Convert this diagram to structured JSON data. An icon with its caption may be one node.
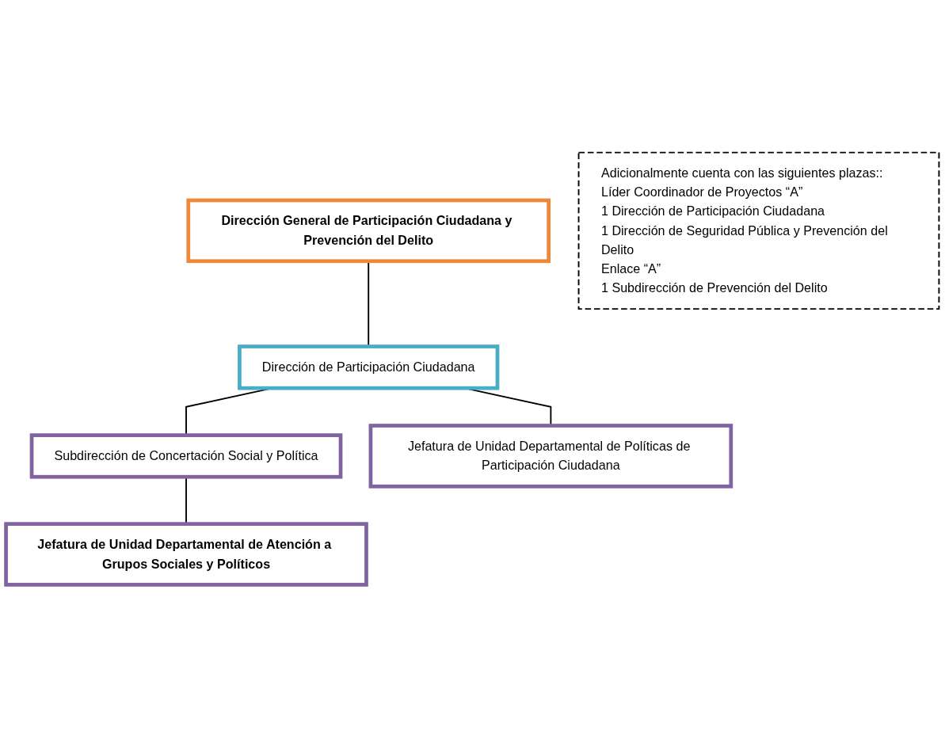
{
  "diagram": {
    "nodes": [
      {
        "text": [
          "Dirección General de Participación Ciudadana y Prevención del Delito"
        ]
      },
      {
        "text": [
          "Dirección de Participación Ciudadana"
        ]
      },
      {
        "text": [
          "Subdirección de Concertación Social y Política"
        ]
      },
      {
        "text": [
          "Jefatura de Unidad Departamental de Políticas de Participación Ciudadana"
        ]
      },
      {
        "text": [
          "Jefatura de Unidad Departamental de Atención a Grupos Sociales y Políticos"
        ]
      },
      {
        "text": [
          "Adicionalmente cuenta con las siguientes plazas::",
          "Líder Coordinador de Proyectos “A”",
          "1 Dirección de Participación Ciudadana",
          "1 Dirección de Seguridad Pública y Prevención del Delito",
          "Enlace “A”",
          "1 Subdirección de Prevención del Delito"
        ]
      }
    ],
    "edges": [
      {
        "from": 0,
        "to": 1,
        "arrow": "none"
      },
      {
        "from": 1,
        "to": 2,
        "arrow": "none"
      },
      {
        "from": 1,
        "to": 3,
        "arrow": "none"
      },
      {
        "from": 2,
        "to": 4,
        "arrow": "none"
      }
    ]
  }
}
